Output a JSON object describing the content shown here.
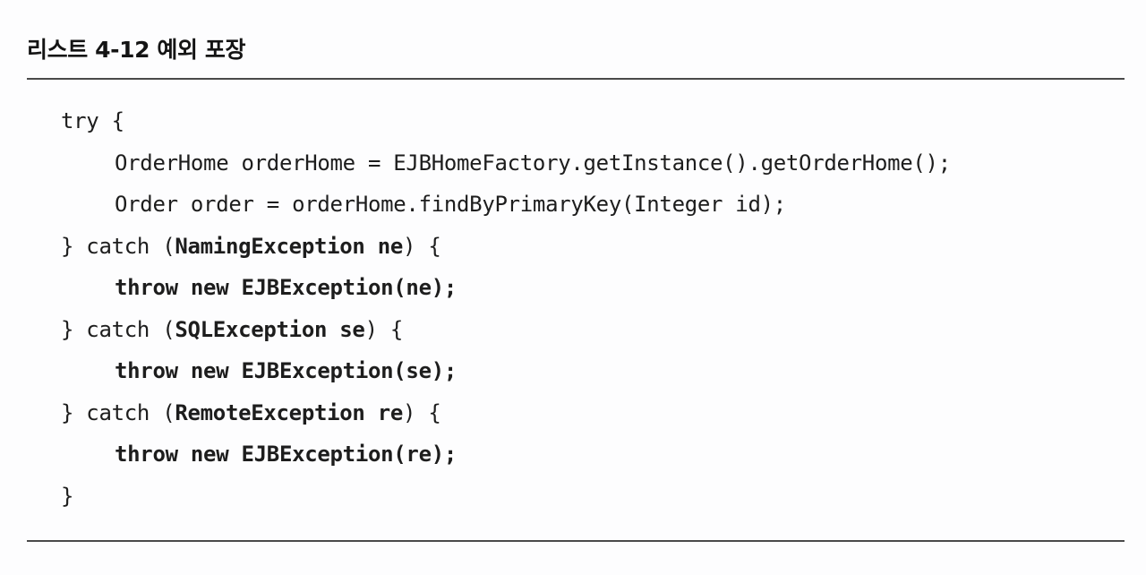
{
  "document": {
    "listing_title": "리스트 4-12 예외 포장",
    "colors": {
      "page_background": "#fdfdfe",
      "text": "#1d1d1d",
      "rule": "#4a4a4a"
    },
    "code": {
      "language": "java",
      "lines": [
        {
          "indent": 0,
          "segments": [
            {
              "text": "try {",
              "bold": false
            }
          ]
        },
        {
          "indent": 1,
          "segments": [
            {
              "text": "OrderHome orderHome = EJBHomeFactory.getInstance().getOrderHome();",
              "bold": false
            }
          ]
        },
        {
          "indent": 1,
          "segments": [
            {
              "text": "Order order = orderHome.findByPrimaryKey(Integer id);",
              "bold": false
            }
          ]
        },
        {
          "indent": 0,
          "segments": [
            {
              "text": "} catch (",
              "bold": false
            },
            {
              "text": "NamingException ne",
              "bold": true
            },
            {
              "text": ") {",
              "bold": false
            }
          ]
        },
        {
          "indent": 1,
          "segments": [
            {
              "text": "throw new EJBException(ne);",
              "bold": true
            }
          ]
        },
        {
          "indent": 0,
          "segments": [
            {
              "text": "} catch (",
              "bold": false
            },
            {
              "text": "SQLException se",
              "bold": true
            },
            {
              "text": ") {",
              "bold": false
            }
          ]
        },
        {
          "indent": 1,
          "segments": [
            {
              "text": "throw new EJBException(se);",
              "bold": true
            }
          ]
        },
        {
          "indent": 0,
          "segments": [
            {
              "text": "} catch (",
              "bold": false
            },
            {
              "text": "RemoteException re",
              "bold": true
            },
            {
              "text": ") {",
              "bold": false
            }
          ]
        },
        {
          "indent": 1,
          "segments": [
            {
              "text": "throw new EJBException(re);",
              "bold": true
            }
          ]
        },
        {
          "indent": 0,
          "segments": [
            {
              "text": "}",
              "bold": false
            }
          ]
        }
      ]
    }
  }
}
